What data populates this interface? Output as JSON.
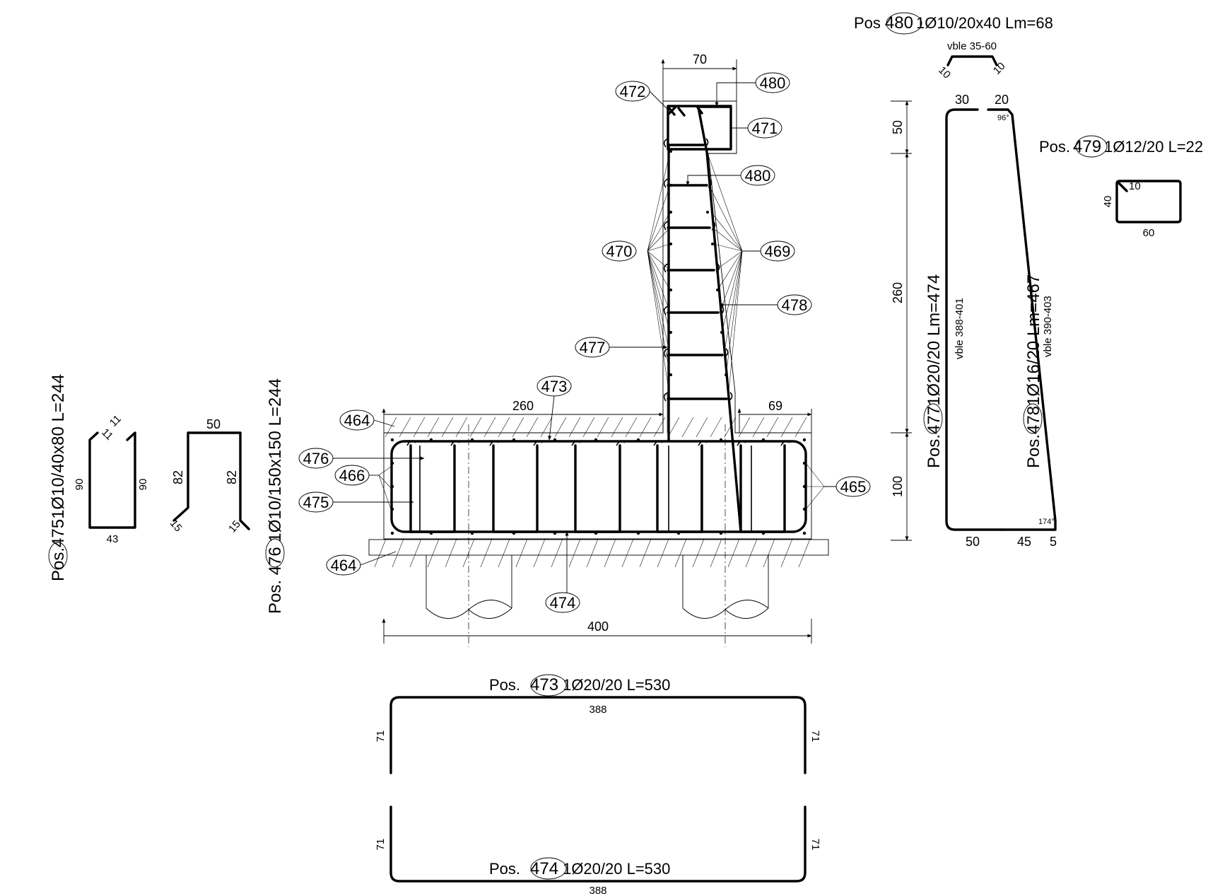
{
  "callouts": {
    "c472": "472",
    "c480a": "480",
    "c471": "471",
    "c480b": "480",
    "c470": "470",
    "c469": "469",
    "c478": "478",
    "c477": "477",
    "c473": "473",
    "c464a": "464",
    "c476": "476",
    "c466": "466",
    "c475": "475",
    "c465": "465",
    "c464b": "464",
    "c474": "474"
  },
  "section_dims": {
    "stem_width": "70",
    "slab_left": "260",
    "slab_right": "69",
    "footing_width": "400",
    "height_50": "50",
    "height_260": "260",
    "height_100": "100"
  },
  "pos475": {
    "prefix": "Pos.",
    "num": "475",
    "spec": "1Ø10/40x80 L=244",
    "hook1": "11",
    "hook2": "11",
    "left": "90",
    "right": "90",
    "bottom": "43"
  },
  "pos476": {
    "prefix": "Pos.",
    "num": "476",
    "spec": "1Ø10/150x150 L=244",
    "top": "50",
    "left": "82",
    "right": "82",
    "hook1": "15",
    "hook2": "15"
  },
  "pos480": {
    "prefix": "Pos",
    "num": "480",
    "spec": "1Ø10/20x40 Lm=68",
    "variable": "vble 35-60",
    "hook1": "10",
    "hook2": "10"
  },
  "pos479": {
    "prefix": "Pos.",
    "num": "479",
    "spec": "1Ø12/20 L=22",
    "hook": "10",
    "height": "40",
    "width": "60"
  },
  "pos477": {
    "prefix": "Pos.",
    "num": "477",
    "spec": "1Ø20/20 Lm=474",
    "variable": "vble 388-401",
    "top": "30",
    "bottom": "50"
  },
  "pos478": {
    "prefix": "Pos.",
    "num": "478",
    "spec": "1Ø16/20 Lm=467",
    "variable": "vble 390-403",
    "top": "20",
    "angle_top": "96°",
    "angle_bottom": "174°",
    "bottom": "45",
    "hook": "5"
  },
  "pos473": {
    "prefix": "Pos.",
    "num": "473",
    "spec": "1Ø20/20 L=530",
    "length": "388",
    "left": "71",
    "right": "71"
  },
  "pos474": {
    "prefix": "Pos.",
    "num": "474",
    "spec": "1Ø20/20 L=530",
    "length": "388",
    "left": "71",
    "right": "71"
  }
}
